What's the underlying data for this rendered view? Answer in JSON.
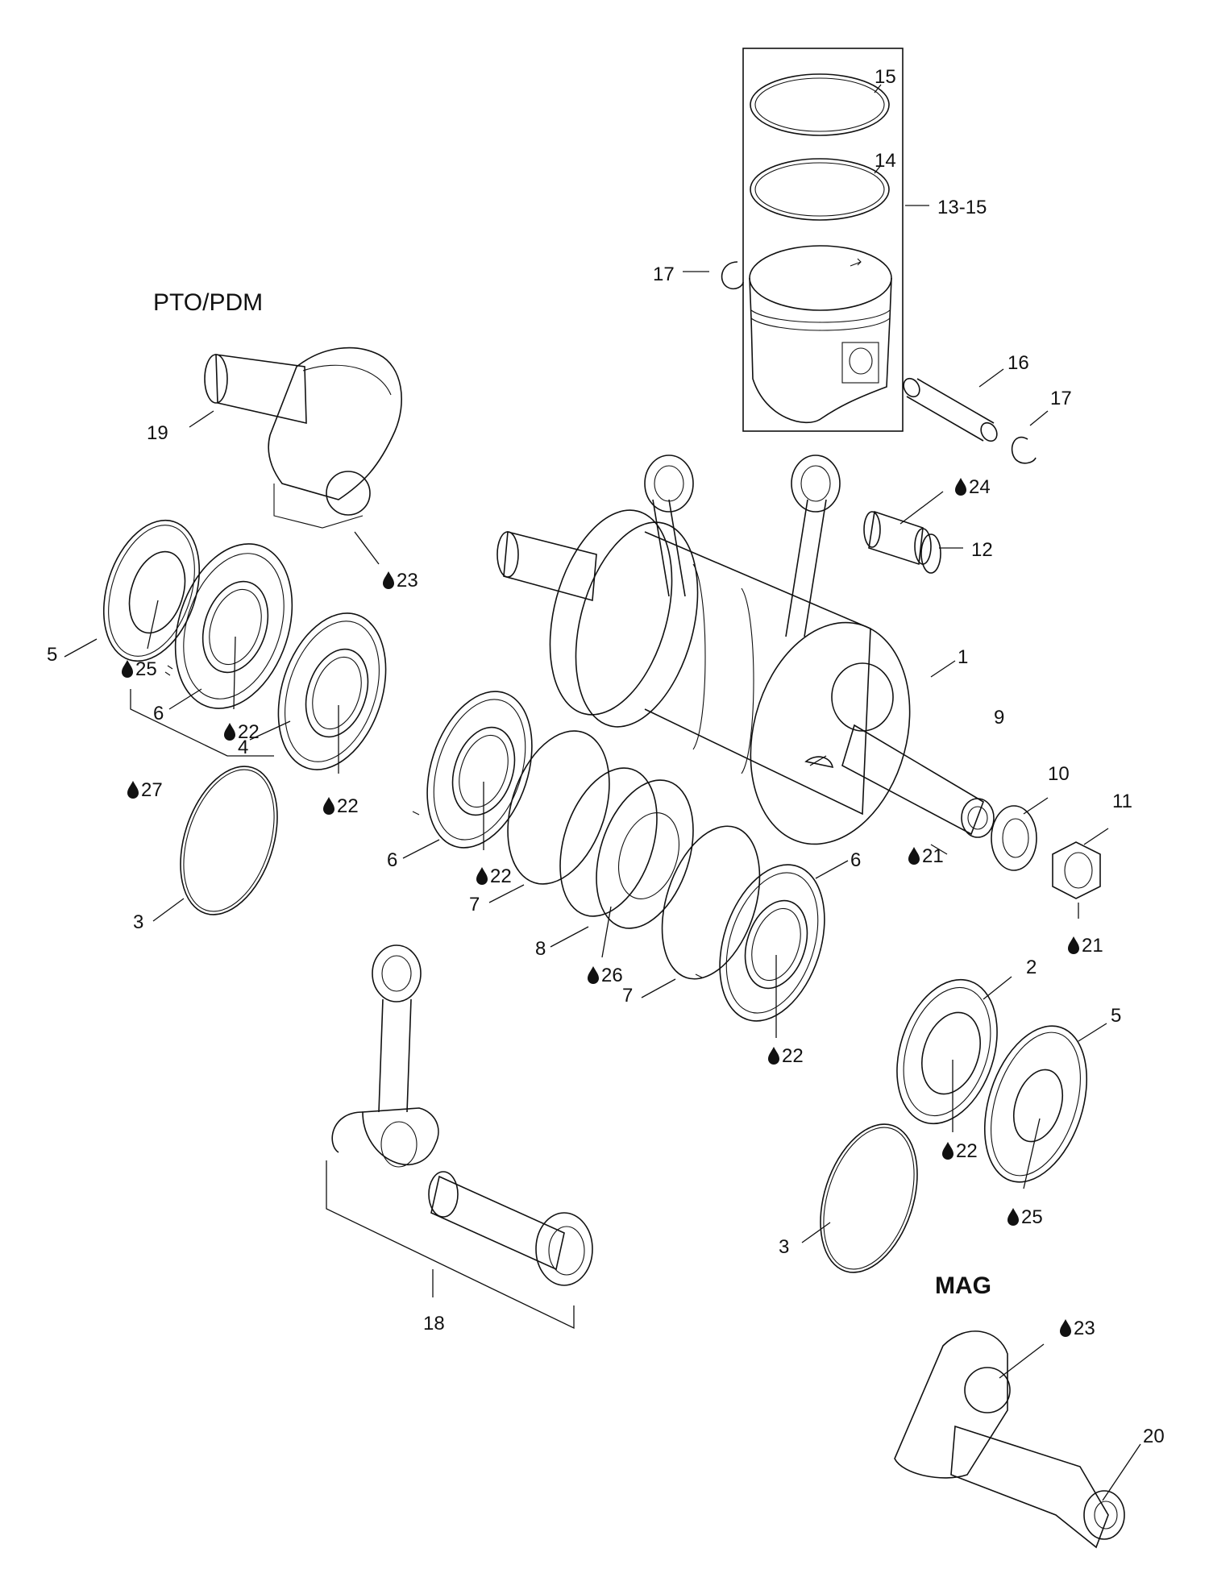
{
  "sections": {
    "pto": "PTO/PDM",
    "mag": "MAG"
  },
  "labels": {
    "l1": "1",
    "l2": "2",
    "l3a": "3",
    "l3b": "3",
    "l4": "4",
    "l5a": "5",
    "l5b": "5",
    "l6a": "6",
    "l6b": "6",
    "l6c": "6",
    "l7a": "7",
    "l7b": "7",
    "l8": "8",
    "l9": "9",
    "l10": "10",
    "l11": "11",
    "l12": "12",
    "l13": "13-15",
    "l14": "14",
    "l15": "15",
    "l16": "16",
    "l17a": "17",
    "l17b": "17",
    "l18": "18",
    "l19": "19",
    "l20": "20",
    "s21a": "21",
    "s21b": "21",
    "s22a": "22",
    "s22b": "22",
    "s22c": "22",
    "s22d": "22",
    "s22e": "22",
    "s23a": "23",
    "s23b": "23",
    "s24": "24",
    "s25a": "25",
    "s25b": "25",
    "s26": "26",
    "s27": "27"
  },
  "icons": {
    "lubricant": "oil-drop-icon"
  }
}
